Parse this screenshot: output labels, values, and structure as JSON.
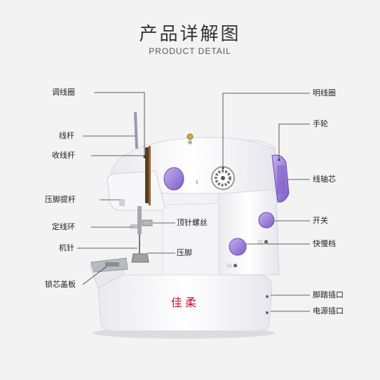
{
  "header": {
    "title": "产品详解图",
    "subtitle": "PRODUCT DETAIL"
  },
  "brand_mark": "佳柔",
  "labels_left": [
    {
      "key": "tension_dial",
      "text": "调线圈"
    },
    {
      "key": "spool_rod",
      "text": "线杆"
    },
    {
      "key": "take_up_lever",
      "text": "收线杆"
    },
    {
      "key": "presser_lifter",
      "text": "压脚提杆"
    },
    {
      "key": "thread_guide_ring",
      "text": "定线环"
    },
    {
      "key": "needle",
      "text": "机针"
    },
    {
      "key": "bobbin_cover",
      "text": "锁芯盖板"
    }
  ],
  "labels_middle": [
    {
      "key": "needle_screw",
      "text": "顶针螺丝"
    },
    {
      "key": "presser_foot",
      "text": "压脚"
    }
  ],
  "labels_right": [
    {
      "key": "stitch_dial",
      "text": "明线圈"
    },
    {
      "key": "handwheel",
      "text": "手轮"
    },
    {
      "key": "bobbin_winder",
      "text": "线轴芯"
    },
    {
      "key": "power_switch",
      "text": "开关"
    },
    {
      "key": "speed_switch",
      "text": "快慢档"
    },
    {
      "key": "pedal_jack",
      "text": "脚踏插口"
    },
    {
      "key": "power_jack",
      "text": "电源插口"
    }
  ],
  "colors": {
    "accent_purple": "#9b7fd6",
    "body_white": "#ffffff",
    "background": "#f3f3f4",
    "brand_red": "#c8102e"
  }
}
